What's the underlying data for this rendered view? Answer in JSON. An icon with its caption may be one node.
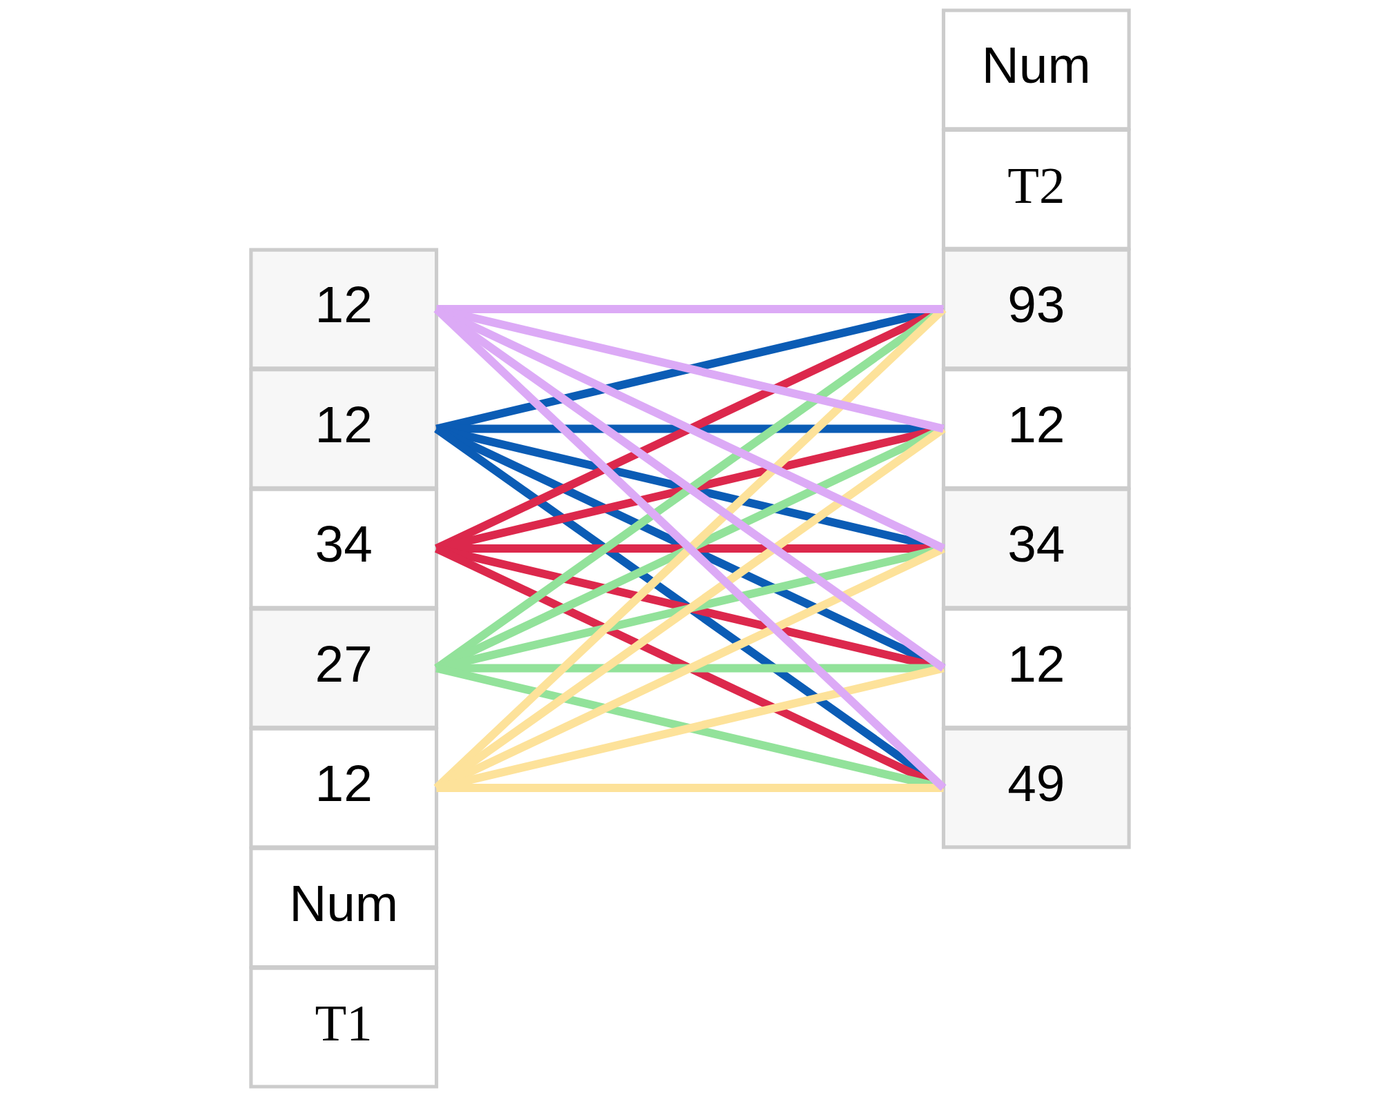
{
  "diagram": {
    "nodes": [
      {
        "text": [
          "T1"
        ]
      },
      {
        "text": [
          "Num"
        ]
      },
      {
        "text": [
          "12"
        ]
      },
      {
        "text": [
          "34"
        ]
      },
      {
        "text": [
          "27"
        ]
      },
      {
        "text": [
          "12"
        ]
      },
      {
        "text": [
          "12"
        ]
      },
      {
        "text": [
          "T2"
        ]
      },
      {
        "text": [
          "Num"
        ]
      },
      {
        "text": [
          "93"
        ]
      },
      {
        "text": [
          "12"
        ]
      },
      {
        "text": [
          "34"
        ]
      },
      {
        "text": [
          "12"
        ]
      },
      {
        "text": [
          "49"
        ]
      }
    ],
    "edges": [
      {
        "from": 2,
        "to": 9,
        "arrow": "none",
        "color": "#0b5cb5"
      },
      {
        "from": 2,
        "to": 10,
        "arrow": "none",
        "color": "#0b5cb5"
      },
      {
        "from": 2,
        "to": 11,
        "arrow": "none",
        "color": "#0b5cb5"
      },
      {
        "from": 2,
        "to": 12,
        "arrow": "none",
        "color": "#0b5cb5"
      },
      {
        "from": 2,
        "to": 13,
        "arrow": "none",
        "color": "#0b5cb5"
      },
      {
        "from": 3,
        "to": 9,
        "arrow": "none",
        "color": "#dc284c"
      },
      {
        "from": 3,
        "to": 10,
        "arrow": "none",
        "color": "#dc284c"
      },
      {
        "from": 3,
        "to": 11,
        "arrow": "none",
        "color": "#dc284c"
      },
      {
        "from": 3,
        "to": 12,
        "arrow": "none",
        "color": "#dc284c"
      },
      {
        "from": 3,
        "to": 13,
        "arrow": "none",
        "color": "#dc284c"
      },
      {
        "from": 4,
        "to": 9,
        "arrow": "none",
        "color": "#92e29a"
      },
      {
        "from": 4,
        "to": 10,
        "arrow": "none",
        "color": "#92e29a"
      },
      {
        "from": 4,
        "to": 11,
        "arrow": "none",
        "color": "#92e29a"
      },
      {
        "from": 4,
        "to": 12,
        "arrow": "none",
        "color": "#92e29a"
      },
      {
        "from": 4,
        "to": 13,
        "arrow": "none",
        "color": "#92e29a"
      },
      {
        "from": 5,
        "to": 9,
        "arrow": "none",
        "color": "#fde29a"
      },
      {
        "from": 5,
        "to": 10,
        "arrow": "none",
        "color": "#fde29a"
      },
      {
        "from": 5,
        "to": 11,
        "arrow": "none",
        "color": "#fde29a"
      },
      {
        "from": 5,
        "to": 12,
        "arrow": "none",
        "color": "#fde29a"
      },
      {
        "from": 5,
        "to": 13,
        "arrow": "none",
        "color": "#fde29a"
      },
      {
        "from": 6,
        "to": 9,
        "arrow": "none",
        "color": "#dcaaf6"
      },
      {
        "from": 6,
        "to": 10,
        "arrow": "none",
        "color": "#dcaaf6"
      },
      {
        "from": 6,
        "to": 11,
        "arrow": "none",
        "color": "#dcaaf6"
      },
      {
        "from": 6,
        "to": 12,
        "arrow": "none",
        "color": "#dcaaf6"
      },
      {
        "from": 6,
        "to": 13,
        "arrow": "none",
        "color": "#dcaaf6"
      }
    ]
  }
}
